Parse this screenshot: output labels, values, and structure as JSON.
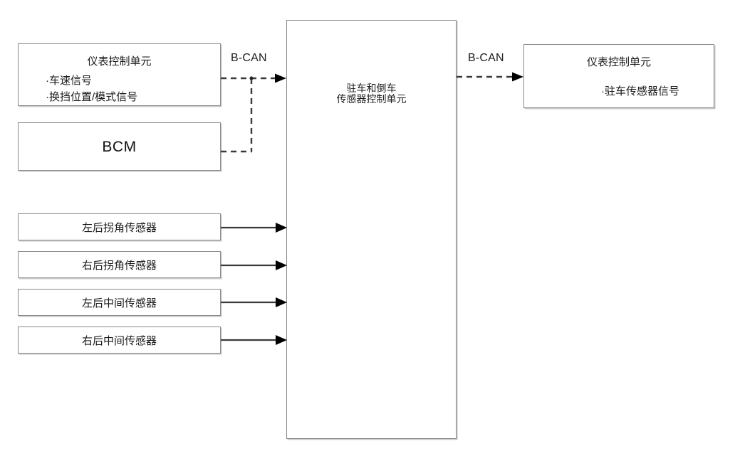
{
  "diagram": {
    "title_present": false,
    "background_color": "#ffffff",
    "box_border_color": "#8a8a8a",
    "line_color": "#3a3a3a",
    "arrow_color": "#000000",
    "text_color": "#1a1a1a"
  },
  "boxes": {
    "instrument_cluster_left": {
      "title": "仪表控制单元",
      "lines": [
        "·车速信号",
        "·换挡位置/模式信号"
      ]
    },
    "bcm": {
      "label": "BCM"
    },
    "park_reverse_ecu": {
      "line1": "驻车和倒车",
      "line2": "传感器控制单元"
    },
    "instrument_cluster_right": {
      "title": "仪表控制单元",
      "lines": [
        "·驻车传感器信号"
      ]
    },
    "sensors": [
      {
        "label": "左后拐角传感器"
      },
      {
        "label": "右后拐角传感器"
      },
      {
        "label": "左后中间传感器"
      },
      {
        "label": "右后中间传感器"
      }
    ]
  },
  "connections": {
    "bus_label_left": "B-CAN",
    "bus_label_right": "B-CAN"
  }
}
